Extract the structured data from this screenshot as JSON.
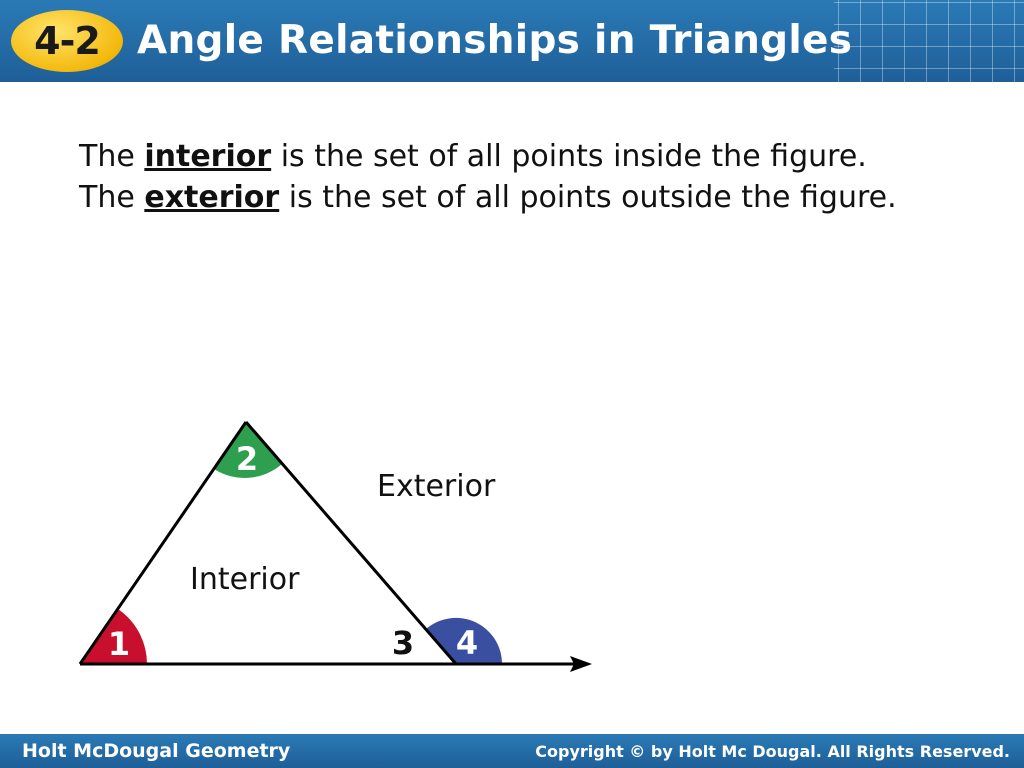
{
  "header": {
    "section_number": "4-2",
    "title": "Angle Relationships in Triangles"
  },
  "body": {
    "text_1": "The ",
    "term_interior": "interior",
    "text_2": " is the set of all points inside the figure. The ",
    "term_exterior": "exterior",
    "text_3": " is the set of all points outside the figure."
  },
  "diagram": {
    "exterior_label": "Exterior",
    "interior_label": "Interior",
    "angles": [
      {
        "number": "1",
        "color": "#c8102e"
      },
      {
        "number": "2",
        "color": "#2e9e4f"
      },
      {
        "number": "3",
        "color": "#000000"
      },
      {
        "number": "4",
        "color": "#3a4fa0"
      }
    ]
  },
  "footer": {
    "left_text": "Holt McDougal Geometry",
    "right_text": "Copyright © by Holt Mc Dougal. All Rights Reserved."
  }
}
